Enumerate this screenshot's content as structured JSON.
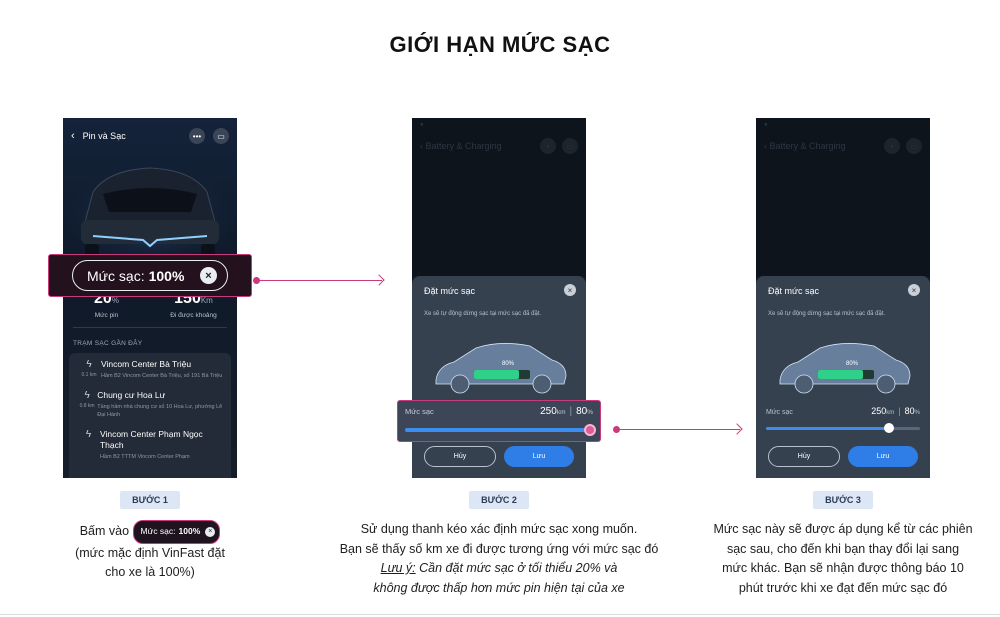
{
  "title": "GIỚI HẠN MỨC SẠC",
  "colors": {
    "accent": "#c83a7c",
    "primary_blue": "#2f7de6",
    "sheet_bg": "#364150",
    "step_bg": "#dde6f5"
  },
  "phone1": {
    "header_title": "Pin và Sạc",
    "back_icon": "chevron-left",
    "stats": [
      {
        "value": "20",
        "unit": "%",
        "label": "Mức pin"
      },
      {
        "value": "150",
        "unit": "Km",
        "label": "Đi được khoảng"
      }
    ],
    "section_title": "TRẠM SẠC GẦN ĐÂY",
    "stations": [
      {
        "name": "Vincom Center Bà Triệu",
        "address": "Hầm B2 Vincom Center Bà Triệu, số 191 Bà Triệu",
        "distance": "0.1 km"
      },
      {
        "name": "Chung cư Hoa Lư",
        "address": "Tầng hầm nhà chung cư số 10 Hoa Lư, phường Lê Đại Hành",
        "distance": "0.8 km"
      },
      {
        "name": "Vincom Center Phạm Ngọc Thạch",
        "address": "Hầm B2 TTTM Vincom Center Phạm",
        "distance": ""
      }
    ],
    "charge_pill": {
      "label": "Mức sạc:",
      "value": "100%"
    }
  },
  "sheet": {
    "dim_header": "Battery & Charging",
    "title": "Đặt mức sạc",
    "description": "Xe sẽ tự động dừng sạc tại mức sạc đã đặt.",
    "car_label": "80%",
    "slider_label": "Mức sạc",
    "range_value": "250",
    "range_unit": "km",
    "percent_value": "80",
    "percent_unit": "%",
    "slider_level": 0.8,
    "cancel": "Hủy",
    "save": "Lưu"
  },
  "steps": [
    {
      "label": "BƯỚC 1",
      "line_a": "Bấm vào",
      "line_b": "(mức mặc định VinFast đặt",
      "line_c": "cho xe là 100%)"
    },
    {
      "label": "BƯỚC 2",
      "line_a": "Sử dụng thanh kéo xác định mức sạc xong muốn.",
      "line_b": "Bạn sẽ thấy số km xe đi được tương ứng với mức sạc đó",
      "note_label": "Lưu ý:",
      "note_rest": "Cần đặt mức sạc ở tối thiểu 20% và",
      "line_d": "không được thấp hơn mức pin hiện tại của xe"
    },
    {
      "label": "BƯỚC 3",
      "line_a": "Mức sạc này sẽ được áp dụng kể từ các phiên",
      "line_b": "sạc sau, cho đến khi bạn thay đổi lại sang",
      "line_c": "mức khác. Bạn sẽ nhận được thông báo 10",
      "line_d": "phút trước khi xe đạt đến mức sạc đó"
    }
  ]
}
